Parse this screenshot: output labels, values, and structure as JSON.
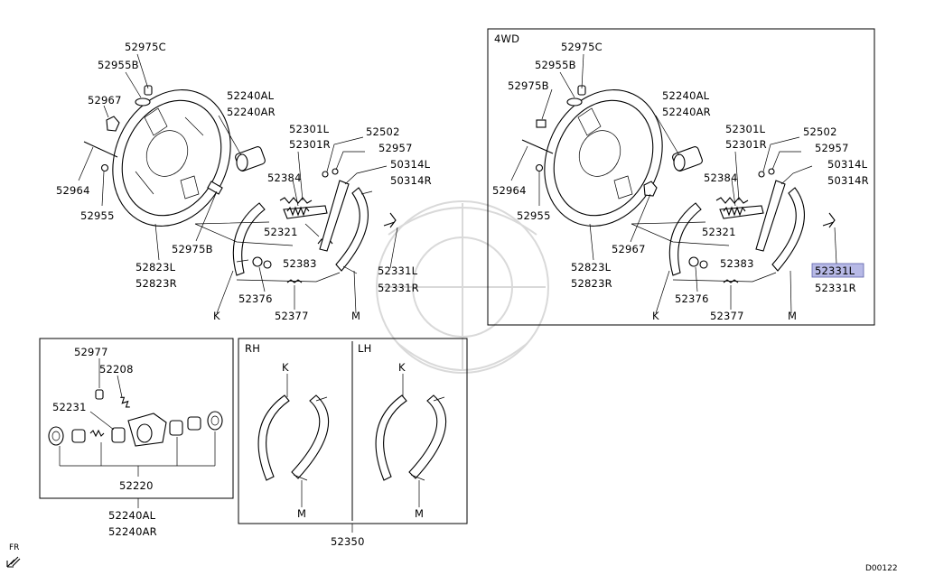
{
  "watermark": "samurai-helmet-watermark",
  "sections": {
    "left_assembly": {
      "labels": {
        "p52975c": "52975C",
        "p52955b": "52955B",
        "p52967": "52967",
        "p52964": "52964",
        "p52955": "52955",
        "p52240al": "52240AL",
        "p52240ar": "52240AR",
        "p52301l": "52301L",
        "p52301r": "52301R",
        "p52502": "52502",
        "p52957": "52957",
        "p50314l": "50314L",
        "p50314r": "50314R",
        "p52384": "52384",
        "p52975b": "52975B",
        "p52321": "52321",
        "p52383": "52383",
        "p52331l": "52331L",
        "p52331r": "52331R",
        "p52823l": "52823L",
        "p52823r": "52823R",
        "p52376": "52376",
        "p52377": "52377",
        "k": "K",
        "m": "M"
      }
    },
    "right_assembly": {
      "variant": "4WD",
      "labels": {
        "p52975c": "52975C",
        "p52955b": "52955B",
        "p52975b": "52975B",
        "p52967": "52967",
        "p52964": "52964",
        "p52955": "52955",
        "p52240al": "52240AL",
        "p52240ar": "52240AR",
        "p52301l": "52301L",
        "p52301r": "52301R",
        "p52502": "52502",
        "p52957": "52957",
        "p50314l": "50314L",
        "p50314r": "50314R",
        "p52384": "52384",
        "p52321": "52321",
        "p52383": "52383",
        "p52331l": "52331L",
        "p52331r": "52331R",
        "p52823l": "52823L",
        "p52823r": "52823R",
        "p52376": "52376",
        "p52377": "52377",
        "k": "K",
        "m": "M"
      },
      "highlighted_part": "52331L",
      "highlight_color": "#b7b9e6"
    },
    "wheel_cylinder_kit": {
      "labels": {
        "p52977": "52977",
        "p52208": "52208",
        "p52231": "52231",
        "p52220": "52220",
        "p52240al": "52240AL",
        "p52240ar": "52240AR"
      }
    },
    "shoe_set": {
      "rh": "RH",
      "lh": "LH",
      "rh_k": "K",
      "rh_m": "M",
      "lh_k": "K",
      "lh_m": "M",
      "part": "52350"
    }
  },
  "footer": {
    "fr_label": "FR",
    "diagram_code": "D00122"
  }
}
